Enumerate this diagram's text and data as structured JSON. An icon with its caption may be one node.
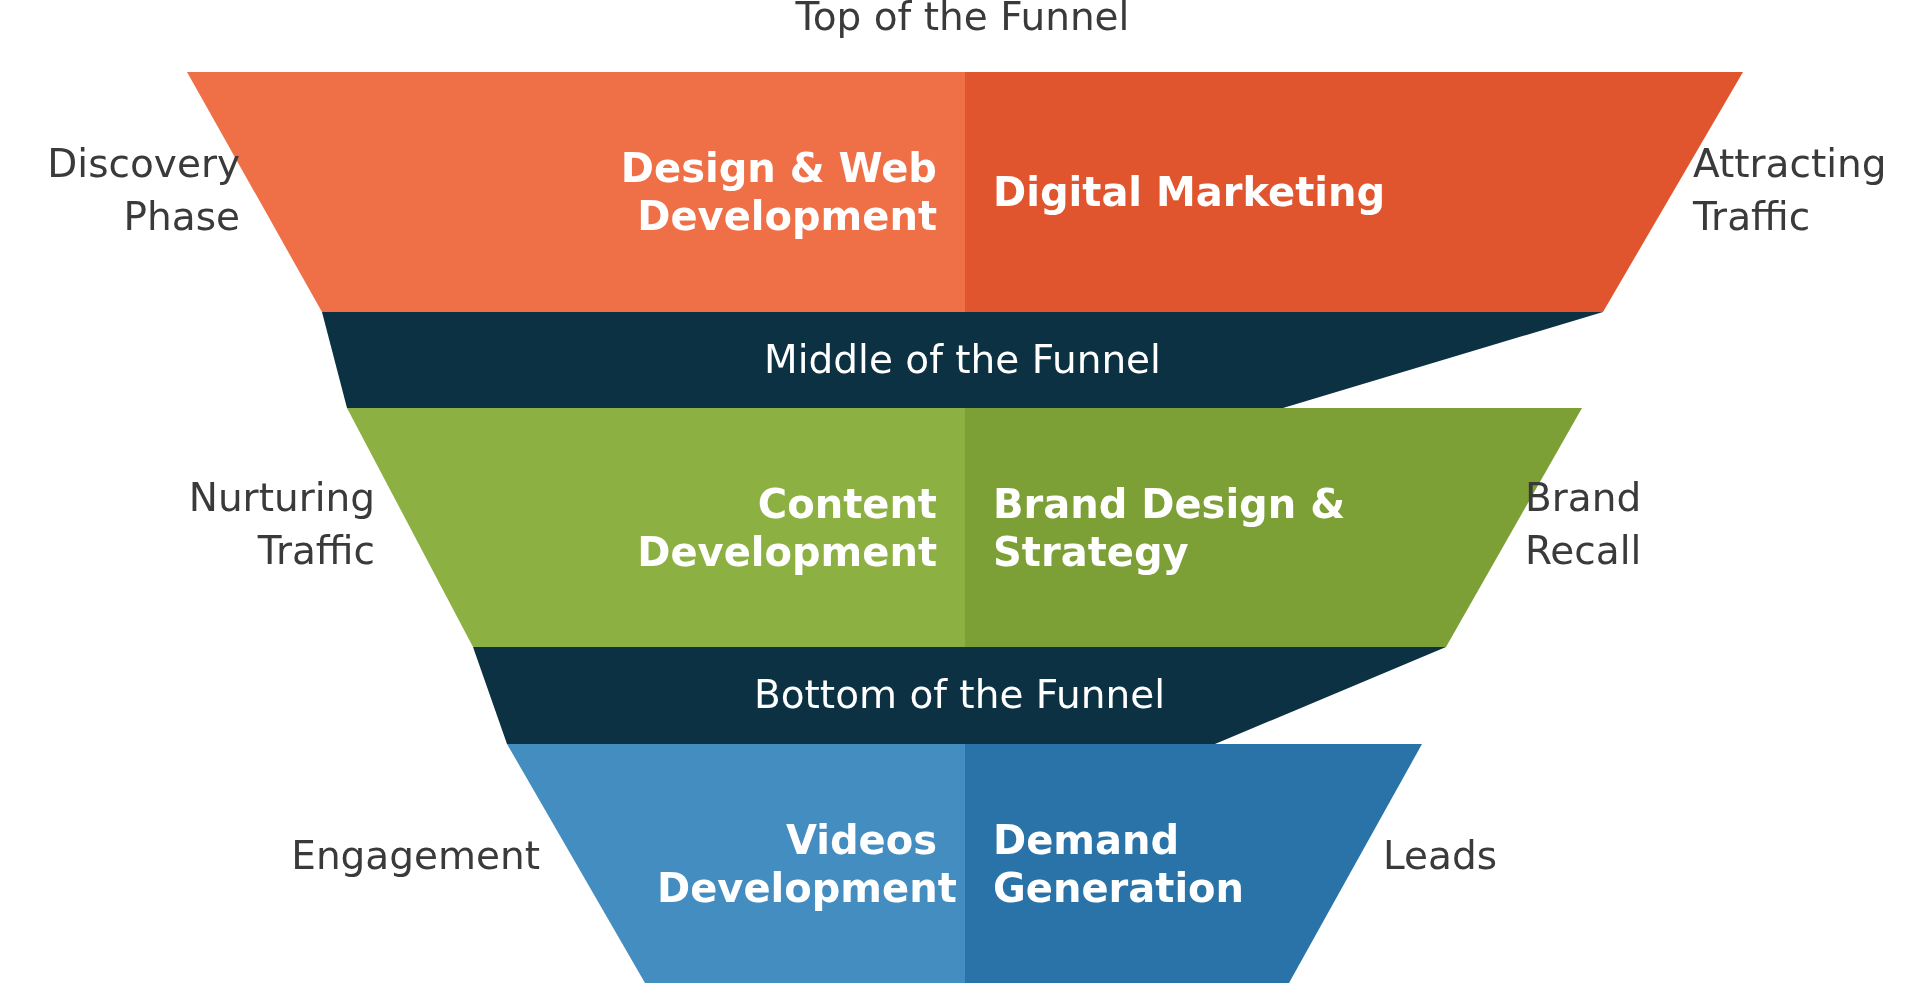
{
  "diagram": {
    "nodes": [
      {
        "text": [
          "Design & Web Development"
        ],
        "beside": [
          "Discovery Phase"
        ]
      },
      {
        "text": [
          "Digital Marketing"
        ],
        "beside": [
          "Attracting Traffic"
        ]
      },
      {
        "text": [
          "Middle of the Funnel"
        ]
      },
      {
        "text": [
          "Content Development"
        ],
        "beside": [
          "Nurturing Traffic"
        ]
      },
      {
        "text": [
          "Brand Design & Strategy"
        ],
        "beside": [
          "Brand Recall"
        ]
      },
      {
        "text": [
          "Bottom of the Funnel"
        ]
      },
      {
        "text": [
          "Videos Development"
        ],
        "beside": [
          "Engagement"
        ]
      },
      {
        "text": [
          "Demand Generation"
        ],
        "beside": [
          "Leads"
        ]
      }
    ],
    "labels": [
      "Top of the Funnel"
    ]
  }
}
